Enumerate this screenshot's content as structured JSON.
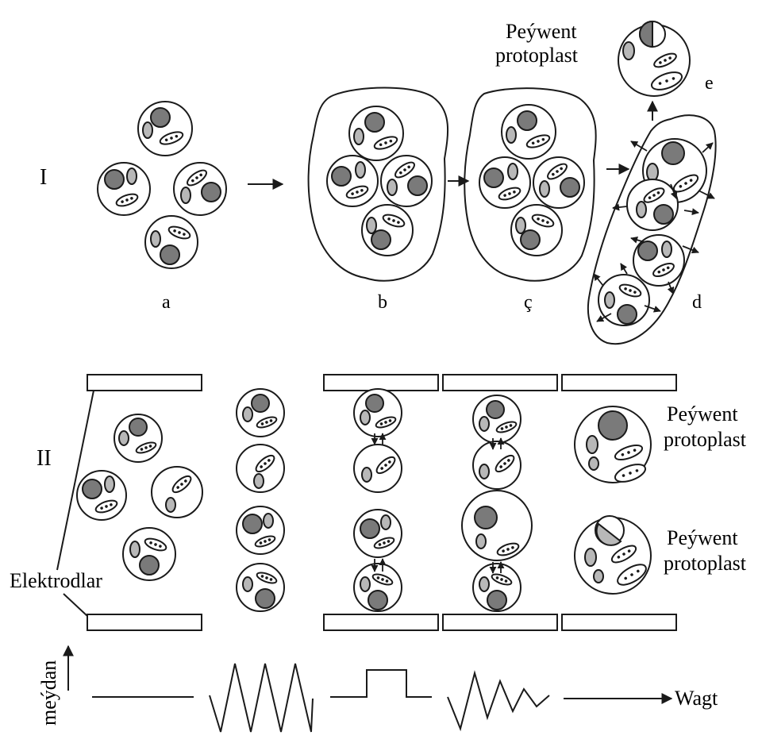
{
  "section_labels": {
    "top": "I",
    "bottom": "II"
  },
  "stage_labels": {
    "a": "a",
    "b": "b",
    "c": "ç",
    "d": "d",
    "e": "e"
  },
  "hybrid_label": {
    "line1": "Peýwent",
    "line2": "protoplast"
  },
  "electrodes_label": "Elektrodlar",
  "axis": {
    "y_label": "meýdan",
    "x_label": "Wagt"
  },
  "colors": {
    "ink": "#1a1a1a",
    "nucleus": "#7a7a7a",
    "plastid": "#b8b8b8",
    "background": "#ffffff"
  },
  "icons": {
    "arrow": "right-arrow",
    "up-arrow": "up-arrow"
  }
}
